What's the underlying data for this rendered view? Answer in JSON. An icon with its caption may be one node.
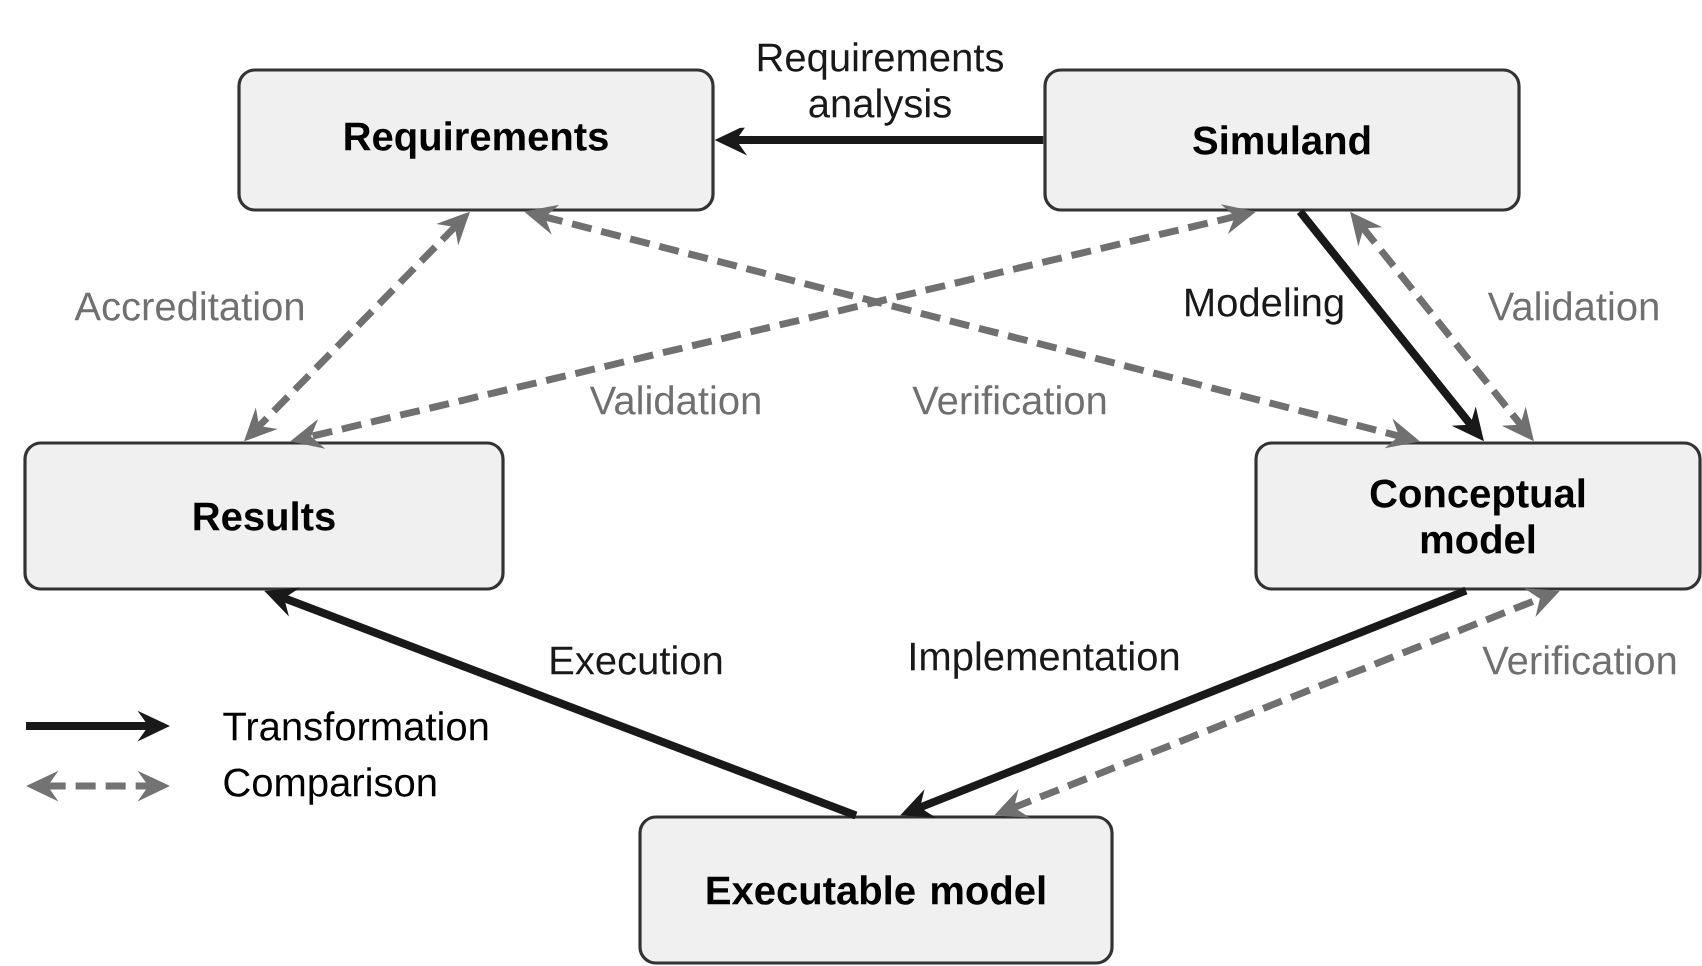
{
  "diagram": {
    "nodes": [
      {
        "text": [
          "Requirements"
        ]
      },
      {
        "text": [
          "Simuland"
        ]
      },
      {
        "text": [
          "Results"
        ]
      },
      {
        "text": [
          "Conceptual model"
        ]
      },
      {
        "text": [
          "Executable model"
        ]
      }
    ],
    "edges": [
      {
        "from": 1,
        "to": 0,
        "arrow": "to",
        "label": "Requirements analysis"
      },
      {
        "from": 0,
        "to": 2,
        "arrow": "both",
        "label": "Accreditation",
        "style": "dashed",
        "color": "#707070"
      },
      {
        "from": 1,
        "to": 2,
        "arrow": "both",
        "label": "Validation",
        "style": "dashed",
        "color": "#707070"
      },
      {
        "from": 0,
        "to": 3,
        "arrow": "both",
        "label": "Verification",
        "style": "dashed",
        "color": "#707070"
      },
      {
        "from": 1,
        "to": 3,
        "arrow": "to",
        "label": "Modeling"
      },
      {
        "from": 1,
        "to": 3,
        "arrow": "both",
        "label": "Validation",
        "style": "dashed",
        "color": "#707070"
      },
      {
        "from": 3,
        "to": 4,
        "arrow": "to",
        "label": "Implementation"
      },
      {
        "from": 4,
        "to": 3,
        "arrow": "both",
        "label": "Verification",
        "style": "dashed",
        "color": "#707070"
      },
      {
        "from": 4,
        "to": 2,
        "arrow": "to",
        "label": "Execution"
      }
    ],
    "legend": [
      {
        "text": "Transformation"
      },
      {
        "text": "Comparison"
      }
    ]
  }
}
